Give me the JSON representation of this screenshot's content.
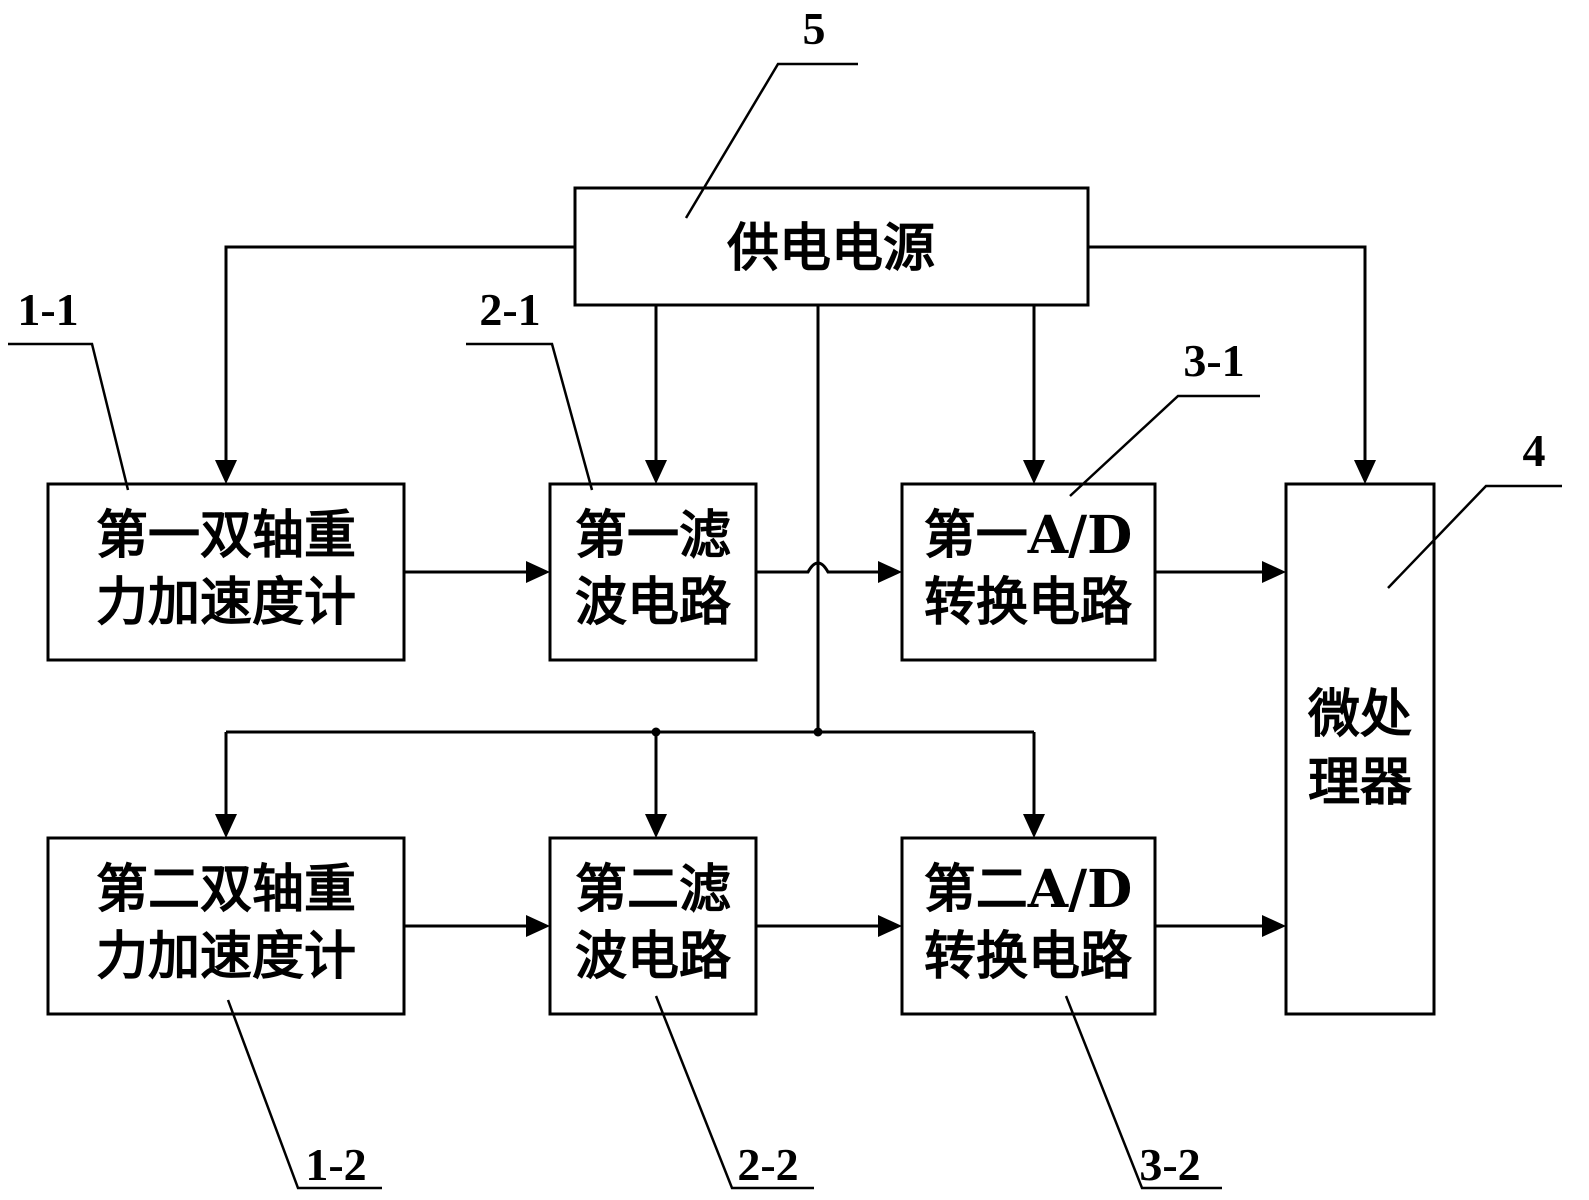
{
  "diagram": {
    "power": {
      "label": "供电电源",
      "ref": "5"
    },
    "accel1": {
      "line1": "第一双轴重",
      "line2": "力加速度计",
      "ref": "1-1"
    },
    "filter1": {
      "line1": "第一滤",
      "line2": "波电路",
      "ref": "2-1"
    },
    "adc1": {
      "line1": "第一A/D",
      "line2": "转换电路",
      "ref": "3-1"
    },
    "accel2": {
      "line1": "第二双轴重",
      "line2": "力加速度计",
      "ref": "1-2"
    },
    "filter2": {
      "line1": "第二滤",
      "line2": "波电路",
      "ref": "2-2"
    },
    "adc2": {
      "line1": "第二A/D",
      "line2": "转换电路",
      "ref": "3-2"
    },
    "mcu": {
      "c1": "微处",
      "c2": "理器",
      "ref": "4"
    }
  }
}
